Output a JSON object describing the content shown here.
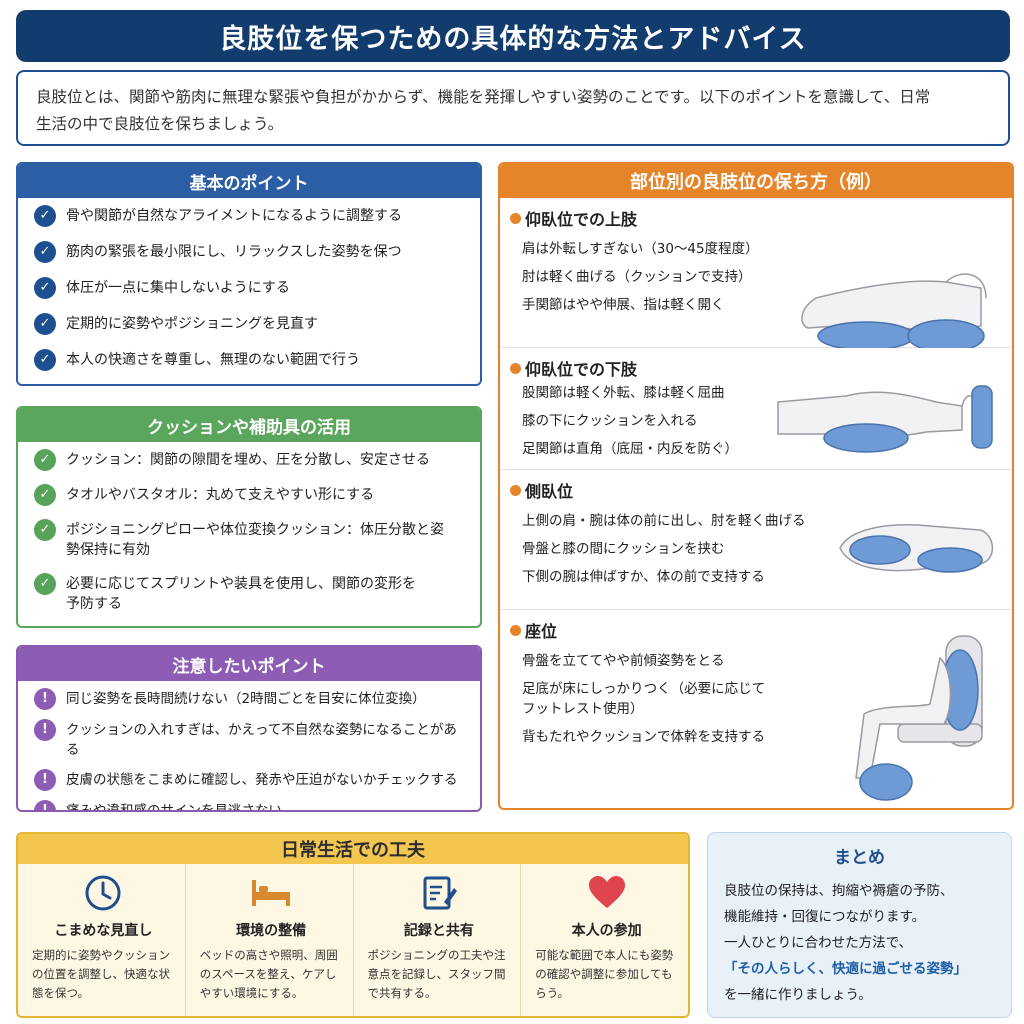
{
  "title": "良肢位を保つための具体的な方法とアドバイス",
  "intro": {
    "line1": "良肢位とは、関節や筋肉に無理な緊張や負担がかからず、機能を発揮しやすい姿勢のことです。以下のポイントを意識して、日常",
    "line2": "生活の中で良肢位を保ちましょう。"
  },
  "basic": {
    "title": "基本のポイント",
    "items": [
      "骨や関節が自然なアライメントになるように調整する",
      "筋肉の緊張を最小限にし、リラックスした姿勢を保つ",
      "体圧が一点に集中しないようにする",
      "定期的に姿勢やポジショニングを見直す",
      "本人の快適さを尊重し、無理のない範囲で行う"
    ]
  },
  "cushion": {
    "title": "クッションや補助具の活用",
    "items": [
      "クッション：関節の隙間を埋め、圧を分散し、安定させる",
      "タオルやバスタオル：丸めて支えやすい形にする",
      "ポジショニングピローや体位変換クッション：体圧分散と姿勢保持に有効",
      "必要に応じてスプリントや装具を使用し、関節の変形を予防する"
    ]
  },
  "caution": {
    "title": "注意したいポイント",
    "items": [
      "同じ姿勢を長時間続けない（2時間ごとを目安に体位変換）",
      "クッションの入れすぎは、かえって不自然な姿勢になることがある",
      "皮膚の状態をこまめに確認し、発赤や圧迫がないかチェックする",
      "痛みや違和感のサインを見逃さない"
    ]
  },
  "parts": {
    "title": "部位別の良肢位の保ち方（例）",
    "sections": [
      {
        "heading": "仰臥位での上肢",
        "lines": [
          "肩は外転しすぎない（30〜45度程度）",
          "肘は軽く曲げる（クッションで支持）",
          "手関節はやや伸展、指は軽く開く"
        ]
      },
      {
        "heading": "仰臥位での下肢",
        "lines": [
          "股関節は軽く外転、膝は軽く屈曲",
          "膝の下にクッションを入れる",
          "足関節は直角（底屈・内反を防ぐ）"
        ]
      },
      {
        "heading": "側臥位",
        "lines": [
          "上側の肩・腕は体の前に出し、肘を軽く曲げる",
          "骨盤と膝の間にクッションを挟む",
          "下側の腕は伸ばすか、体の前で支持する"
        ]
      },
      {
        "heading": "座位",
        "lines": [
          "骨盤を立ててやや前傾姿勢をとる",
          "足底が床にしっかりつく（必要に応じて",
          "フットレスト使用）",
          "背もたれやクッションで体幹を支持する"
        ]
      }
    ]
  },
  "daily": {
    "title": "日常生活での工夫",
    "tips": [
      {
        "icon": "clock-icon",
        "title": "こまめな見直し",
        "text": "定期的に姿勢やクッションの位置を調整し、快適な状態を保つ。"
      },
      {
        "icon": "bed-icon",
        "title": "環境の整備",
        "text": "ベッドの高さや照明、周囲のスペースを整え、ケアしやすい環境にする。"
      },
      {
        "icon": "notepad-icon",
        "title": "記録と共有",
        "text": "ポジショニングの工夫や注意点を記録し、スタッフ間で共有する。"
      },
      {
        "icon": "heart-icon",
        "title": "本人の参加",
        "text": "可能な範囲で本人にも姿勢の確認や調整に参加してもらう。"
      }
    ]
  },
  "summary": {
    "title": "まとめ",
    "line1": "良肢位の保持は、拘縮や褥瘡の予防、",
    "line2": "機能維持・回復につながります。",
    "line3": "一人ひとりに合わせた方法で、",
    "emphasis": "「その人らしく、快適に過ごせる姿勢」",
    "line4": "を一緒に作りましょう。"
  },
  "colors": {
    "navy": "#123c6e",
    "blue": "#2b5ea5",
    "green": "#5aa65c",
    "purple": "#8d5cb5",
    "orange": "#e6842a",
    "yellow": "#f2c64f",
    "cushion": "#6e9ad6"
  }
}
